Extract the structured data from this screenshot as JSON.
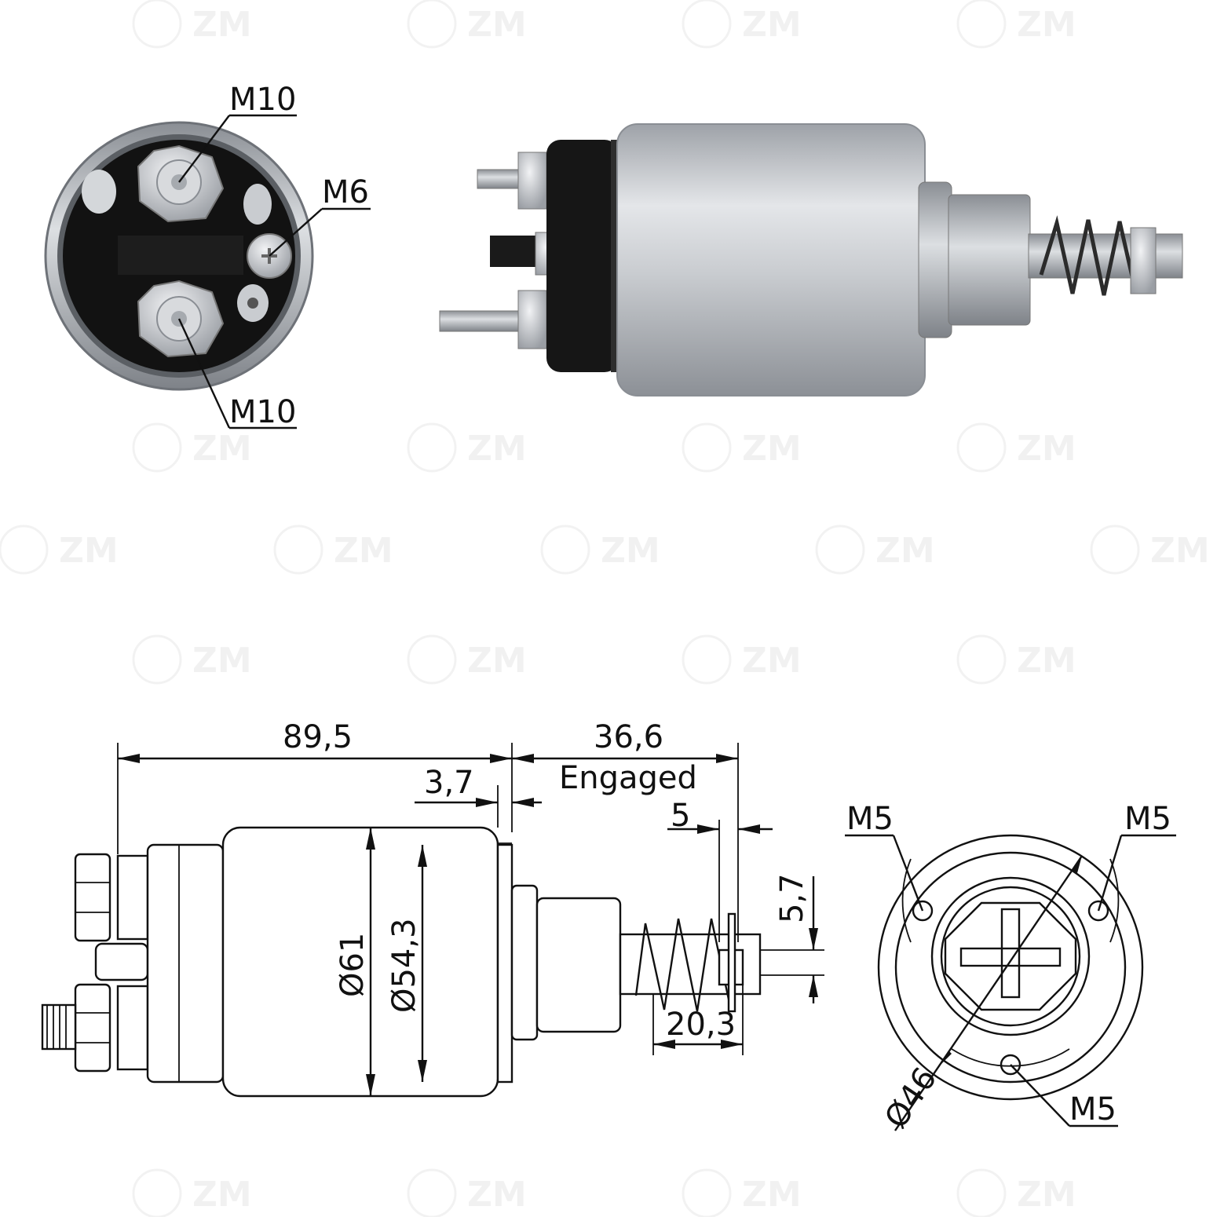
{
  "photo_labels": {
    "top_terminal": "M10",
    "small_terminal": "M6",
    "bottom_terminal": "M10"
  },
  "watermark": "ZM",
  "dimensions": {
    "overall_length": "89,5",
    "stroke_length": "36,6",
    "stroke_state": "Engaged",
    "flange_offset": "3,7",
    "plunger_tip": "5",
    "plunger_height": "5,7",
    "spring_length": "20,3",
    "body_diameter": "Ø61",
    "inner_diameter": "Ø54,3"
  },
  "end_view": {
    "hole_top_left": "M5",
    "hole_top_right": "M5",
    "hole_bottom": "M5",
    "bolt_circle": "Ø46"
  },
  "colors": {
    "body_metal": "#c9ccd0",
    "cap_black": "#1a1a1a",
    "line": "#111111"
  }
}
